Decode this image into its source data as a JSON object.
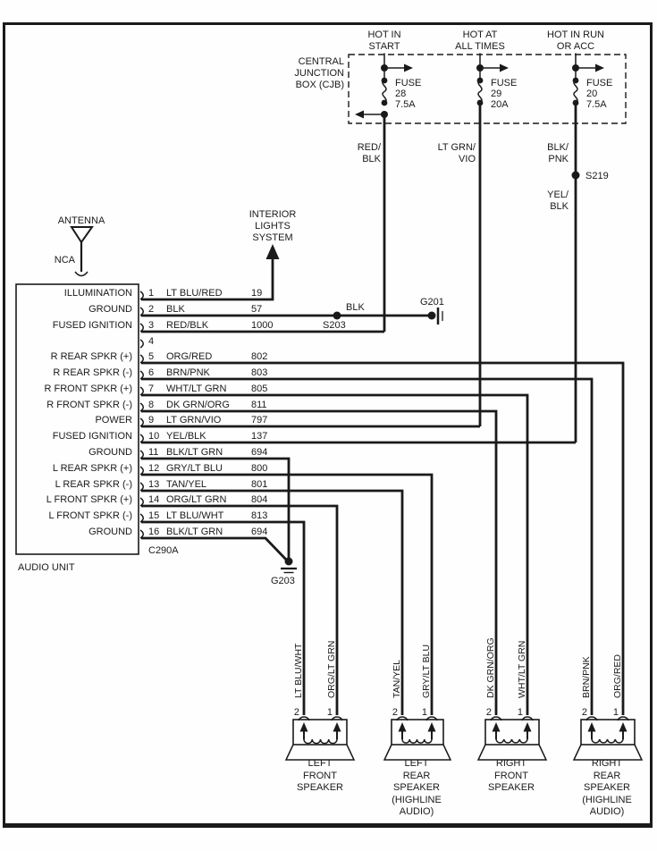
{
  "cjb": {
    "name_lines": [
      "CENTRAL",
      "JUNCTION",
      "BOX (CJB)"
    ],
    "feeds": [
      {
        "source_lines": [
          "HOT IN",
          "START"
        ],
        "fuse_label": "FUSE",
        "fuse_number": "28",
        "fuse_rating": "7.5A",
        "wire_lines": [
          "RED/",
          "BLK"
        ]
      },
      {
        "source_lines": [
          "HOT AT",
          "ALL TIMES"
        ],
        "fuse_label": "FUSE",
        "fuse_number": "29",
        "fuse_rating": "20A",
        "wire_lines": [
          "LT GRN/",
          "VIO"
        ]
      },
      {
        "source_lines": [
          "HOT IN RUN",
          "OR ACC"
        ],
        "fuse_label": "FUSE",
        "fuse_number": "20",
        "fuse_rating": "7.5A",
        "wire_lines": [
          "BLK/",
          "PNK"
        ],
        "splice": "S219",
        "wire2_lines": [
          "YEL/",
          "BLK"
        ]
      }
    ]
  },
  "antenna": {
    "label": "ANTENNA",
    "cable": "NCA"
  },
  "interior_lights": {
    "label_lines": [
      "INTERIOR",
      "LIGHTS",
      "SYSTEM"
    ]
  },
  "ground_path": {
    "wire_color": "BLK",
    "splice": "S203",
    "ground": "G201"
  },
  "audio_unit": {
    "label": "AUDIO UNIT",
    "connector": "C290A",
    "ground": "G203",
    "pins": [
      {
        "pin": "1",
        "function": "ILLUMINATION",
        "color": "LT BLU/RED",
        "circuit": "19"
      },
      {
        "pin": "2",
        "function": "GROUND",
        "color": "BLK",
        "circuit": "57"
      },
      {
        "pin": "3",
        "function": "FUSED IGNITION",
        "color": "RED/BLK",
        "circuit": "1000"
      },
      {
        "pin": "4",
        "function": "",
        "color": "",
        "circuit": ""
      },
      {
        "pin": "5",
        "function": "R REAR SPKR (+)",
        "color": "ORG/RED",
        "circuit": "802"
      },
      {
        "pin": "6",
        "function": "R REAR SPKR (-)",
        "color": "BRN/PNK",
        "circuit": "803"
      },
      {
        "pin": "7",
        "function": "R FRONT SPKR (+)",
        "color": "WHT/LT GRN",
        "circuit": "805"
      },
      {
        "pin": "8",
        "function": "R FRONT SPKR (-)",
        "color": "DK GRN/ORG",
        "circuit": "811"
      },
      {
        "pin": "9",
        "function": "POWER",
        "color": "LT GRN/VIO",
        "circuit": "797"
      },
      {
        "pin": "10",
        "function": "FUSED IGNITION",
        "color": "YEL/BLK",
        "circuit": "137"
      },
      {
        "pin": "11",
        "function": "GROUND",
        "color": "BLK/LT GRN",
        "circuit": "694"
      },
      {
        "pin": "12",
        "function": "L REAR SPKR (+)",
        "color": "GRY/LT BLU",
        "circuit": "800"
      },
      {
        "pin": "13",
        "function": "L REAR SPKR (-)",
        "color": "TAN/YEL",
        "circuit": "801"
      },
      {
        "pin": "14",
        "function": "L FRONT SPKR (+)",
        "color": "ORG/LT GRN",
        "circuit": "804"
      },
      {
        "pin": "15",
        "function": "L FRONT SPKR (-)",
        "color": "LT BLU/WHT",
        "circuit": "813"
      },
      {
        "pin": "16",
        "function": "GROUND",
        "color": "BLK/LT GRN",
        "circuit": "694"
      }
    ]
  },
  "speakers": [
    {
      "name_lines": [
        "LEFT",
        "FRONT",
        "SPEAKER"
      ],
      "terminal2": "2",
      "terminal1": "1",
      "wire2": "LT BLU/WHT",
      "wire1": "ORG/LT GRN"
    },
    {
      "name_lines": [
        "LEFT",
        "REAR",
        "SPEAKER",
        "(HIGHLINE",
        "AUDIO)"
      ],
      "terminal2": "2",
      "terminal1": "1",
      "wire2": "TAN/YEL",
      "wire1": "GRY/LT BLU"
    },
    {
      "name_lines": [
        "RIGHT",
        "FRONT",
        "SPEAKER"
      ],
      "terminal2": "2",
      "terminal1": "1",
      "wire2": "DK GRN/ORG",
      "wire1": "WHT/LT GRN"
    },
    {
      "name_lines": [
        "RIGHT",
        "REAR",
        "SPEAKER",
        "(HIGHLINE",
        "AUDIO)"
      ],
      "terminal2": "2",
      "terminal1": "1",
      "wire2": "BRN/PNK",
      "wire1": "ORG/RED"
    }
  ]
}
